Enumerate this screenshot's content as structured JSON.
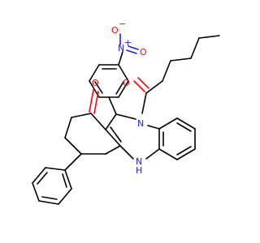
{
  "molecule": {
    "colors": {
      "carbon_bond": "#000000",
      "nitrogen": "#1a1aff",
      "oxygen": "#ff0000",
      "background": "#ffffff"
    },
    "labels": {
      "nitro_n": "N",
      "nitro_n_charge": "+",
      "nitro_o_top": "O",
      "nitro_o_top_charge": "−",
      "nitro_o_right": "O",
      "ketone_o": "O",
      "acyl_o": "O",
      "amide_n": "N",
      "amine_n": "N",
      "amine_h": "H"
    }
  }
}
